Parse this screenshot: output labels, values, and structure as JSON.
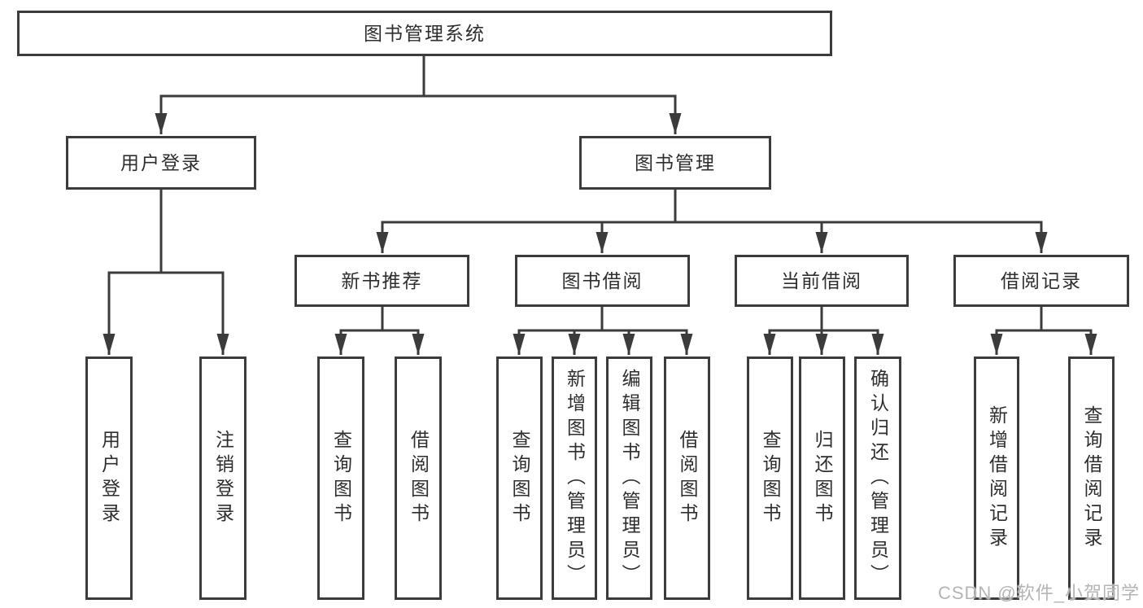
{
  "colors": {
    "line": "#3b3b3b",
    "box_border": "#3b3b3b",
    "text": "#2e2e2e",
    "watermark_text": "#b4b4b4",
    "background": "#ffffff"
  },
  "diagram": {
    "root": {
      "label": "图书管理系统"
    },
    "user_login_branch": {
      "label": "用户登录",
      "children": [
        {
          "label": "用户登录"
        },
        {
          "label": "注销登录"
        }
      ]
    },
    "book_mgmt_branch": {
      "label": "图书管理",
      "sections": [
        {
          "label": "新书推荐",
          "children": [
            {
              "label": "查询图书"
            },
            {
              "label": "借阅图书"
            }
          ]
        },
        {
          "label": "图书借阅",
          "children": [
            {
              "label": "查询图书"
            },
            {
              "label": "新增图书（管理员）"
            },
            {
              "label": "编辑图书（管理员）"
            },
            {
              "label": "借阅图书"
            }
          ]
        },
        {
          "label": "当前借阅",
          "children": [
            {
              "label": "查询图书"
            },
            {
              "label": "归还图书"
            },
            {
              "label": "确认归还（管理员）"
            }
          ]
        },
        {
          "label": "借阅记录",
          "children": [
            {
              "label": "新增借阅记录"
            },
            {
              "label": "查询借阅记录"
            }
          ]
        }
      ]
    }
  },
  "watermark": {
    "label": "CSDN @软件_小贺同学"
  }
}
